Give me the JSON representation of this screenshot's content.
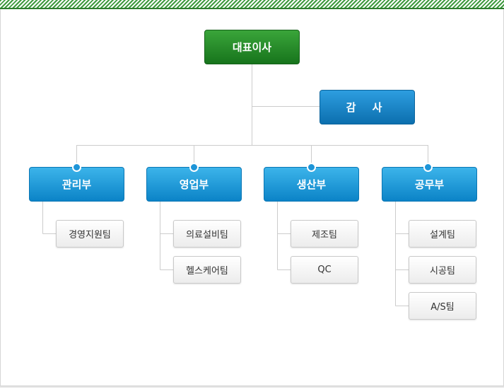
{
  "org_chart": {
    "ceo": "대표이사",
    "audit": "감 사",
    "departments": [
      {
        "name": "관리부",
        "teams": [
          "경영지원팀"
        ]
      },
      {
        "name": "영업부",
        "teams": [
          "의료설비팀",
          "헬스케어팀"
        ]
      },
      {
        "name": "생산부",
        "teams": [
          "제조팀",
          "QC"
        ]
      },
      {
        "name": "공무부",
        "teams": [
          "설계팀",
          "시공팀",
          "A/S팀"
        ]
      }
    ]
  },
  "colors": {
    "ceo": "#1f8a2a",
    "department": "#1a97dd",
    "accent_stripe": "#3f9a3f"
  }
}
